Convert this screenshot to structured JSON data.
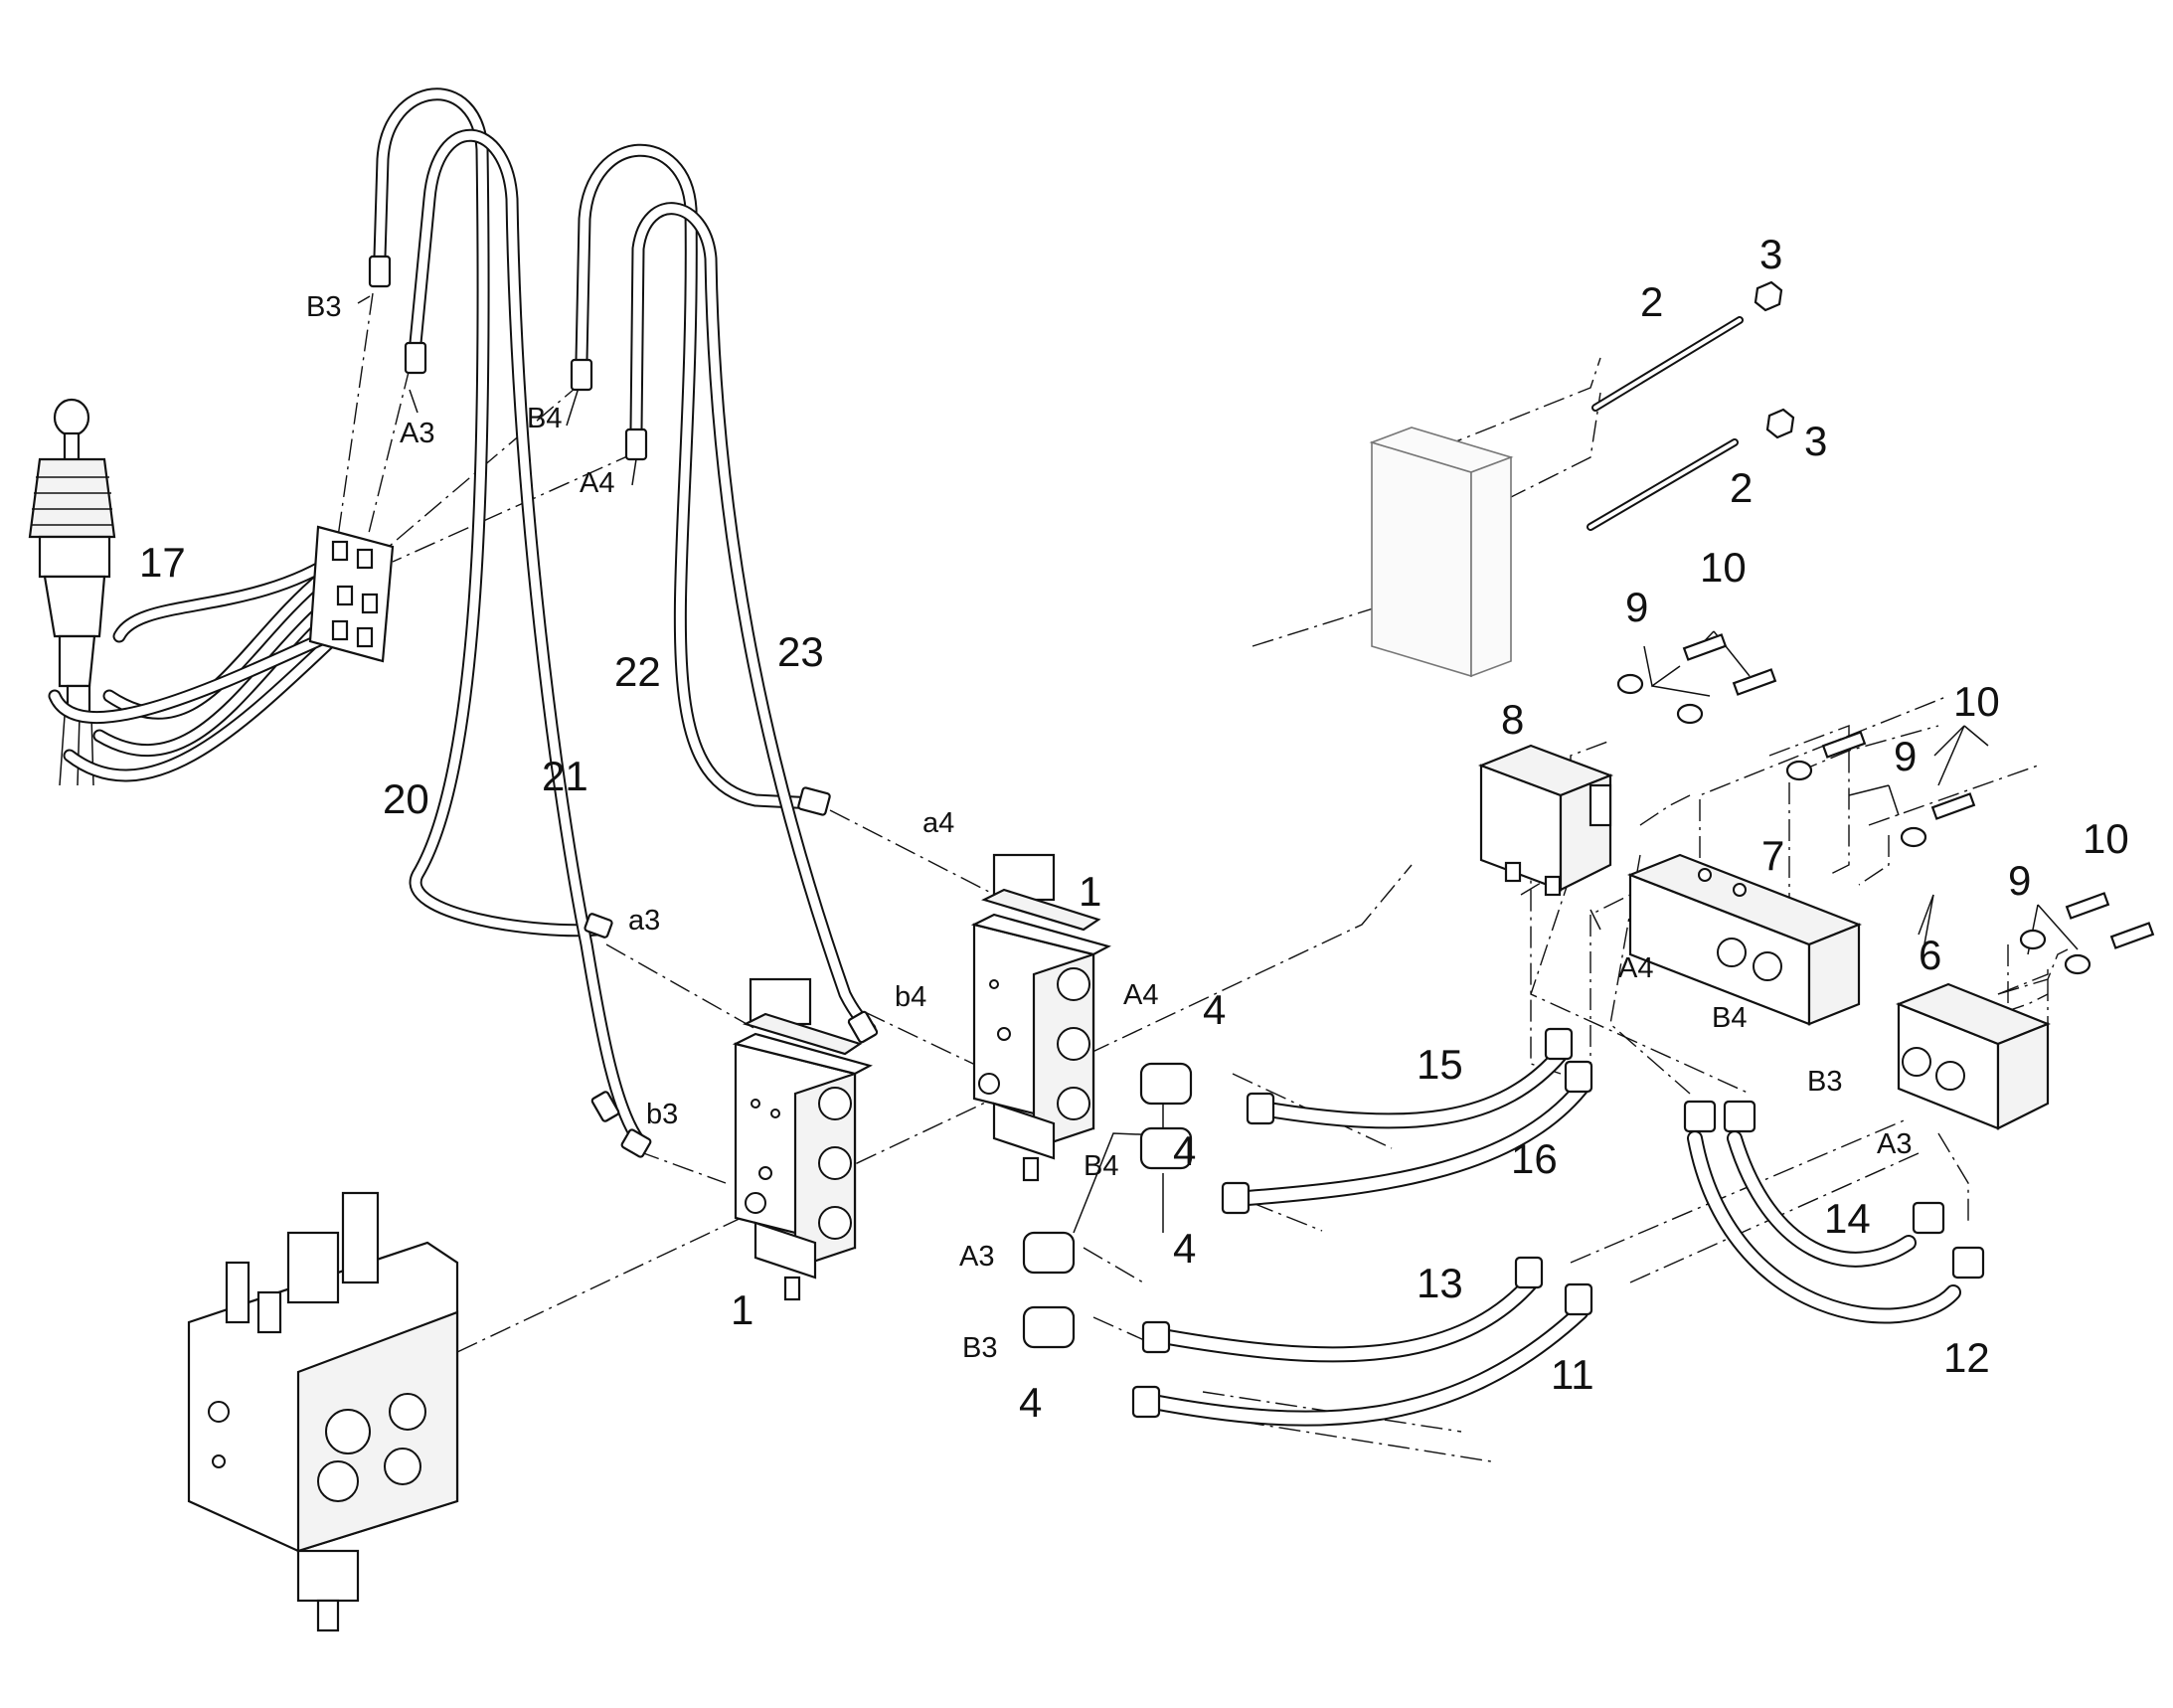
{
  "diagram": {
    "callouts": [
      "1",
      "1",
      "2",
      "2",
      "3",
      "3",
      "4",
      "4",
      "4",
      "4",
      "6",
      "7",
      "8",
      "9",
      "9",
      "9",
      "10",
      "10",
      "10",
      "11",
      "12",
      "13",
      "14",
      "15",
      "16",
      "17",
      "20",
      "21",
      "22",
      "23"
    ],
    "ports": [
      "B3",
      "A3",
      "B4",
      "A4",
      "a4",
      "a3",
      "b4",
      "b3",
      "A4",
      "B4",
      "A3",
      "B3",
      "A4",
      "B4",
      "B3",
      "A3"
    ]
  }
}
